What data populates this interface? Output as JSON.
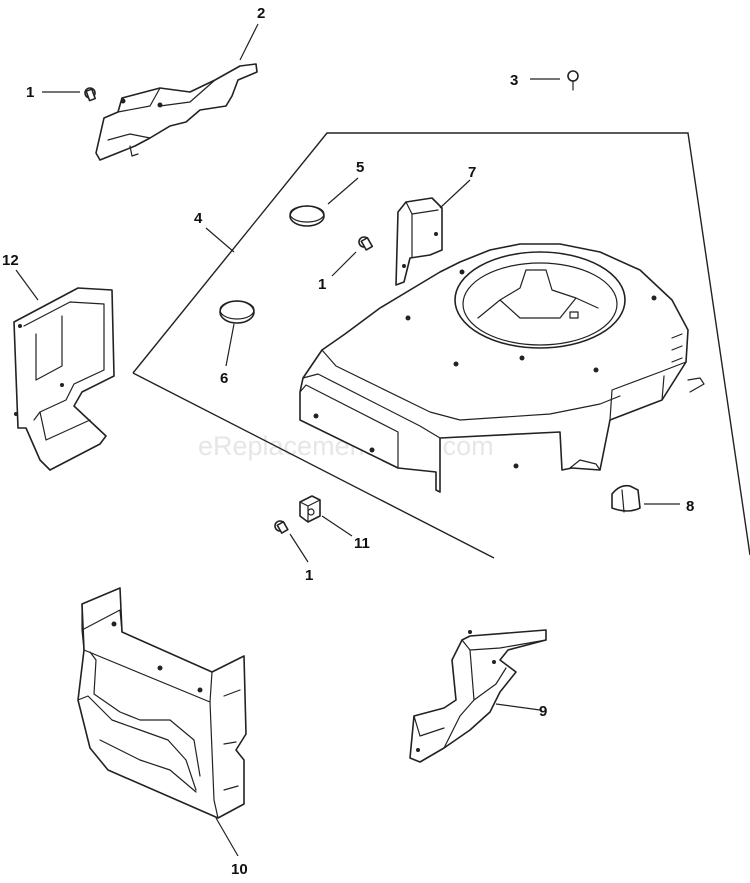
{
  "watermark": "eReplacementParts.com",
  "callouts": {
    "c1a": "1",
    "c2": "2",
    "c3": "3",
    "c4": "4",
    "c5": "5",
    "c7": "7",
    "c12": "12",
    "c1b": "1",
    "c6": "6",
    "c8": "8",
    "c11": "11",
    "c1c": "1",
    "c9": "9",
    "c10": "10"
  }
}
